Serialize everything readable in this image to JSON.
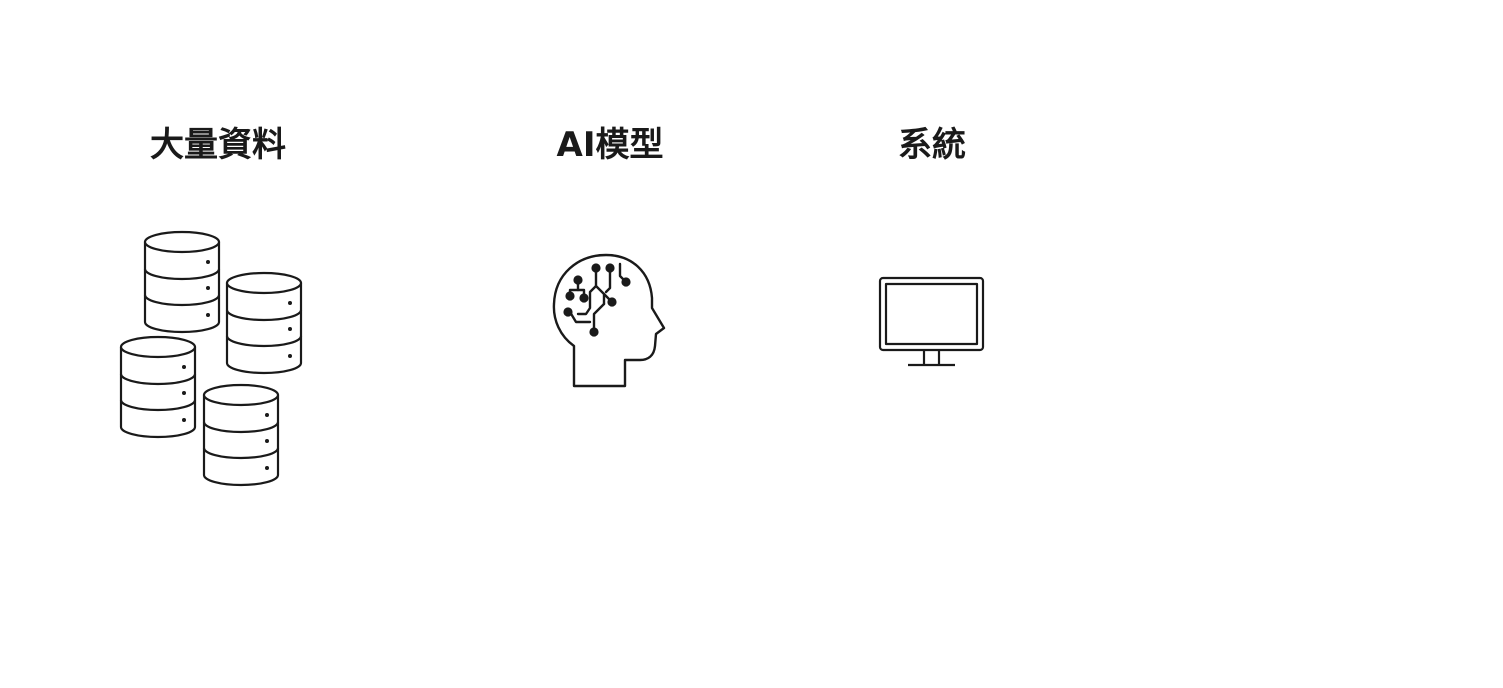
{
  "diagram": {
    "columns": [
      {
        "label": "大量資料",
        "icon": "database-stack-icon"
      },
      {
        "label": "AI模型",
        "icon": "ai-brain-circuit-icon"
      },
      {
        "label": "系統",
        "icon": "computer-monitor-icon"
      }
    ],
    "colors": {
      "text": "#1a1a1a",
      "icon_stroke": "#1a1a1a",
      "background": "#ffffff"
    }
  }
}
